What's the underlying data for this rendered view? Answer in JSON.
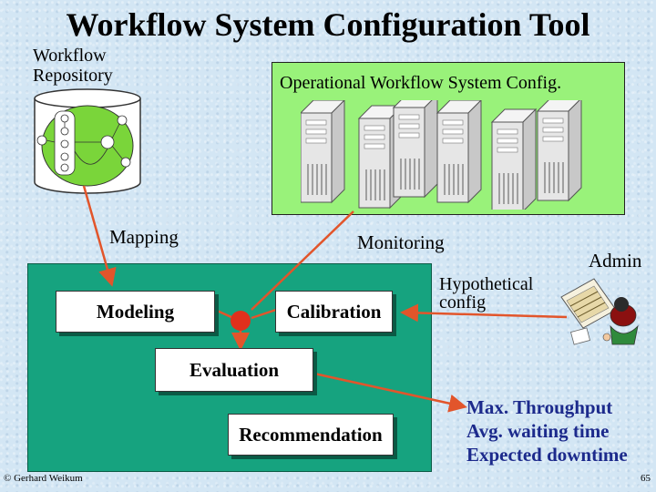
{
  "title": "Workflow System Configuration Tool",
  "repository": {
    "label_line1": "Workflow",
    "label_line2": "Repository"
  },
  "operational": {
    "label": "Operational Workflow System Config."
  },
  "labels": {
    "mapping": "Mapping",
    "monitoring": "Monitoring",
    "admin": "Admin",
    "hypothetical_line1": "Hypothetical",
    "hypothetical_line2": "config"
  },
  "boxes": {
    "modeling": "Modeling",
    "calibration": "Calibration",
    "evaluation": "Evaluation",
    "recommendation": "Recommendation"
  },
  "metrics": [
    "Max. Throughput",
    "Avg. waiting time",
    "Expected downtime"
  ],
  "footer": {
    "copyright": "© Gerhard Weikum",
    "page": "65"
  },
  "colors": {
    "arrow": "#e2552b",
    "main_box": "#16a37f",
    "ops_box": "#99f27a",
    "metrics_text": "#1c2a8c",
    "junction": "#e0301c"
  },
  "icons": [
    "workflow-database-icon",
    "server-tower-icon",
    "admin-person-icon"
  ]
}
